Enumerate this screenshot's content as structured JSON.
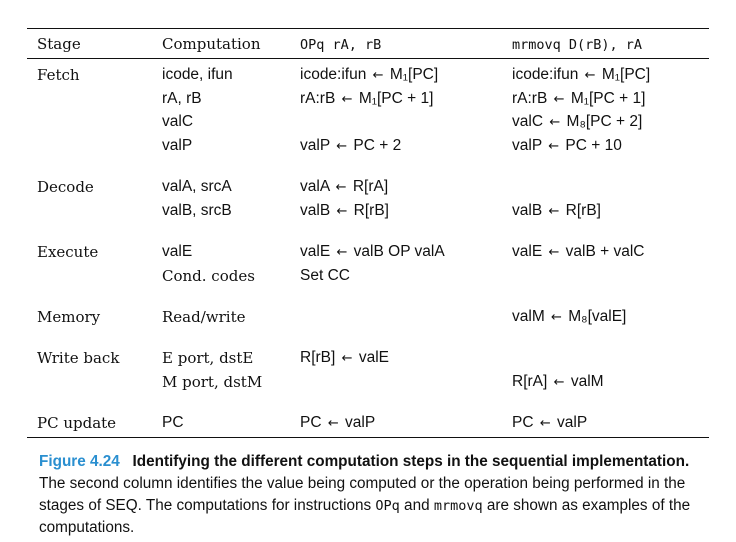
{
  "headers": {
    "stage": "Stage",
    "computation": "Computation",
    "col_opq": "OPq rA, rB",
    "col_mrmovq": "mrmovq D(rB), rA"
  },
  "rows": [
    {
      "stage": "Fetch",
      "comp": "icode, ifun",
      "opq": "icode:ifun ← M₁[PC]",
      "mrm": "icode:ifun ← M₁[PC]"
    },
    {
      "stage": "",
      "comp": "rA, rB",
      "opq": "rA:rB ← M₁[PC + 1]",
      "mrm": "rA:rB ← M₁[PC + 1]"
    },
    {
      "stage": "",
      "comp": "valC",
      "opq": "",
      "mrm": "valC ← M₈[PC + 2]"
    },
    {
      "stage": "",
      "comp": "valP",
      "opq": "valP ← PC + 2",
      "mrm": "valP ← PC + 10"
    },
    {
      "stage": "Decode",
      "comp": "valA, srcA",
      "opq": "valA ← R[rA]",
      "mrm": ""
    },
    {
      "stage": "",
      "comp": "valB, srcB",
      "opq": "valB ← R[rB]",
      "mrm": "valB ← R[rB]"
    },
    {
      "stage": "Execute",
      "comp": "valE",
      "opq": "valE ← valB OP valA",
      "mrm": "valE ← valB + valC"
    },
    {
      "stage": "",
      "comp": "Cond. codes",
      "opq": "Set CC",
      "mrm": ""
    },
    {
      "stage": "Memory",
      "comp": "Read/write",
      "opq": "",
      "mrm": "valM ← M₈[valE]"
    },
    {
      "stage": "Write back",
      "comp": "E port, dstE",
      "opq": "R[rB] ← valE",
      "mrm": ""
    },
    {
      "stage": "",
      "comp": "M port, dstM",
      "opq": "",
      "mrm": "R[rA] ← valM"
    },
    {
      "stage": "PC update",
      "comp": "PC",
      "opq": "PC ← valP",
      "mrm": "PC ← valP"
    }
  ],
  "caption": {
    "figure_label": "Figure 4.24",
    "title": "Identifying the different computation steps in the sequential implementation.",
    "body_1": " The second column identifies the value being computed or the operation being performed in the stages of SEQ. The computations for instructions ",
    "code_1": "OPq",
    "body_2": " and ",
    "code_2": "mrmovq",
    "body_3": " are shown as examples of the computations."
  }
}
